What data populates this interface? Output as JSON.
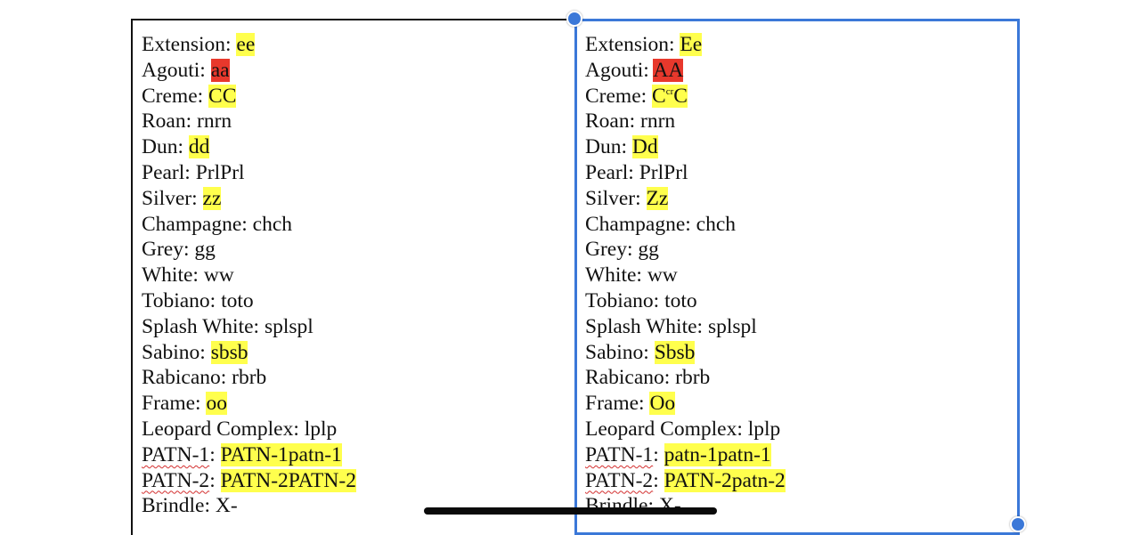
{
  "left_column": [
    {
      "label": "Extension: ",
      "value": "ee",
      "highlight": "yellow"
    },
    {
      "label": "Agouti: ",
      "value": "aa",
      "highlight": "red"
    },
    {
      "label": "Creme: ",
      "value": "CC",
      "highlight": "yellow"
    },
    {
      "label": "Roan: ",
      "value": "rnrn",
      "highlight": ""
    },
    {
      "label": "Dun: ",
      "value": "dd",
      "highlight": "yellow"
    },
    {
      "label": "Pearl: ",
      "value": "PrlPrl",
      "highlight": ""
    },
    {
      "label": "Silver: ",
      "value": "zz",
      "highlight": "yellow"
    },
    {
      "label": "Champagne: ",
      "value": "chch",
      "highlight": ""
    },
    {
      "label": "Grey: ",
      "value": "gg",
      "highlight": ""
    },
    {
      "label": "White: ",
      "value": "ww",
      "highlight": ""
    },
    {
      "label": "Tobiano: ",
      "value": "toto",
      "highlight": ""
    },
    {
      "label": "Splash White: ",
      "value": "splspl",
      "highlight": ""
    },
    {
      "label": "Sabino: ",
      "value": "sbsb",
      "highlight": "yellow"
    },
    {
      "label": "Rabicano: ",
      "value": "rbrb",
      "highlight": ""
    },
    {
      "label": "Frame: ",
      "value": "oo",
      "highlight": "yellow"
    },
    {
      "label": "Leopard Complex: ",
      "value": "lplp",
      "highlight": ""
    },
    {
      "label": "PATN-1",
      "value": "PATN-1patn-1",
      "highlight": "yellow",
      "squiggle": true
    },
    {
      "label": "PATN-2",
      "value": "PATN-2PATN-2",
      "highlight": "yellow",
      "squiggle": true
    },
    {
      "label": "Brindle: ",
      "value": "X-",
      "highlight": ""
    }
  ],
  "right_column": [
    {
      "label": "Extension: ",
      "value": "Ee",
      "highlight": "yellow"
    },
    {
      "label": "Agouti: ",
      "value": "AA",
      "highlight": "red"
    },
    {
      "label": "Creme: ",
      "value": "C",
      "sup": "cr",
      "value2": "C",
      "highlight": "yellow"
    },
    {
      "label": "Roan: ",
      "value": "rnrn",
      "highlight": ""
    },
    {
      "label": "Dun: ",
      "value": "Dd",
      "highlight": "yellow"
    },
    {
      "label": "Pearl: ",
      "value": "PrlPrl",
      "highlight": ""
    },
    {
      "label": "Silver: ",
      "value": "Zz",
      "highlight": "yellow"
    },
    {
      "label": "Champagne: ",
      "value": "chch",
      "highlight": ""
    },
    {
      "label": "Grey: ",
      "value": "gg",
      "highlight": ""
    },
    {
      "label": "White: ",
      "value": "ww",
      "highlight": ""
    },
    {
      "label": "Tobiano: ",
      "value": "toto",
      "highlight": ""
    },
    {
      "label": "Splash White: ",
      "value": "splspl",
      "highlight": ""
    },
    {
      "label": "Sabino: ",
      "value": "Sbsb",
      "highlight": "yellow"
    },
    {
      "label": "Rabicano: ",
      "value": "rbrb",
      "highlight": ""
    },
    {
      "label": "Frame: ",
      "value": "Oo",
      "highlight": "yellow"
    },
    {
      "label": "Leopard Complex: ",
      "value": "lplp",
      "highlight": ""
    },
    {
      "label": "PATN-1",
      "value": "patn-1patn-1",
      "highlight": "yellow",
      "squiggle": true
    },
    {
      "label": "PATN-2",
      "value": "PATN-2patn-2",
      "highlight": "yellow",
      "squiggle": true
    },
    {
      "label": "Brindle: ",
      "value": "X-",
      "highlight": ""
    }
  ],
  "colors": {
    "highlight_yellow": "#ffff4d",
    "highlight_red": "#e8382c",
    "selection": "#3b78d8"
  }
}
